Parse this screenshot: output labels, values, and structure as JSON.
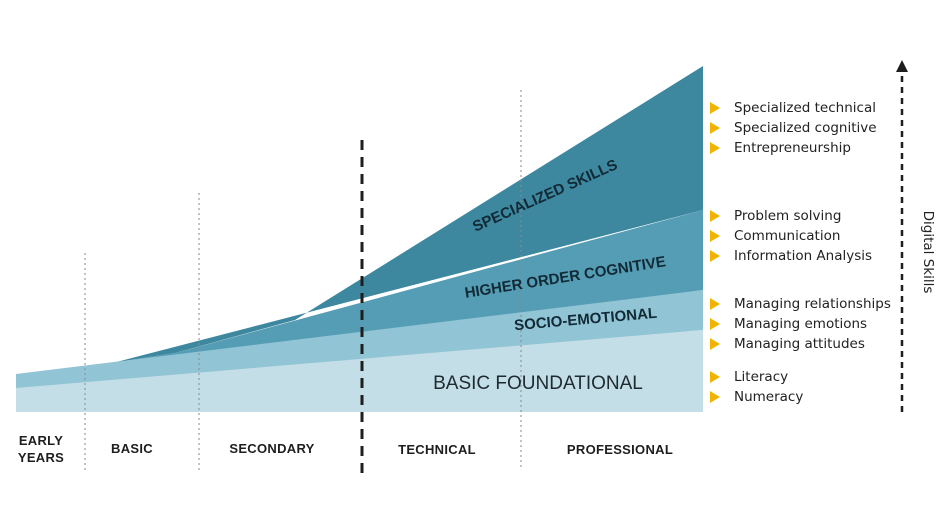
{
  "colors": {
    "basic_foundational": "#c3dee6",
    "socio_emotional": "#91c4d4",
    "higher_order_cognitive": "#549db5",
    "specialized_skills": "#3d879f",
    "bullet": "#f0b400"
  },
  "layers": {
    "specialized": "SPECIALIZED SKILLS",
    "higher_order": "HIGHER ORDER COGNITIVE",
    "socio": "SOCIO-EMOTIONAL",
    "basic": "BASIC FOUNDATIONAL"
  },
  "stages": [
    {
      "line1": "EARLY",
      "line2": "YEARS"
    },
    {
      "line1": "BASIC",
      "line2": ""
    },
    {
      "line1": "SECONDARY",
      "line2": ""
    },
    {
      "line1": "TECHNICAL",
      "line2": ""
    },
    {
      "line1": "PROFESSIONAL",
      "line2": ""
    }
  ],
  "skill_groups": [
    {
      "items": [
        "Specialized technical",
        "Specialized cognitive",
        "Entrepreneurship"
      ]
    },
    {
      "items": [
        "Problem solving",
        "Communication",
        "Information Analysis"
      ]
    },
    {
      "items": [
        "Managing relationships",
        "Managing emotions",
        "Managing attitudes"
      ]
    },
    {
      "items": [
        "Literacy",
        "Numeracy"
      ]
    }
  ],
  "digital_skills": "Digital Skills"
}
